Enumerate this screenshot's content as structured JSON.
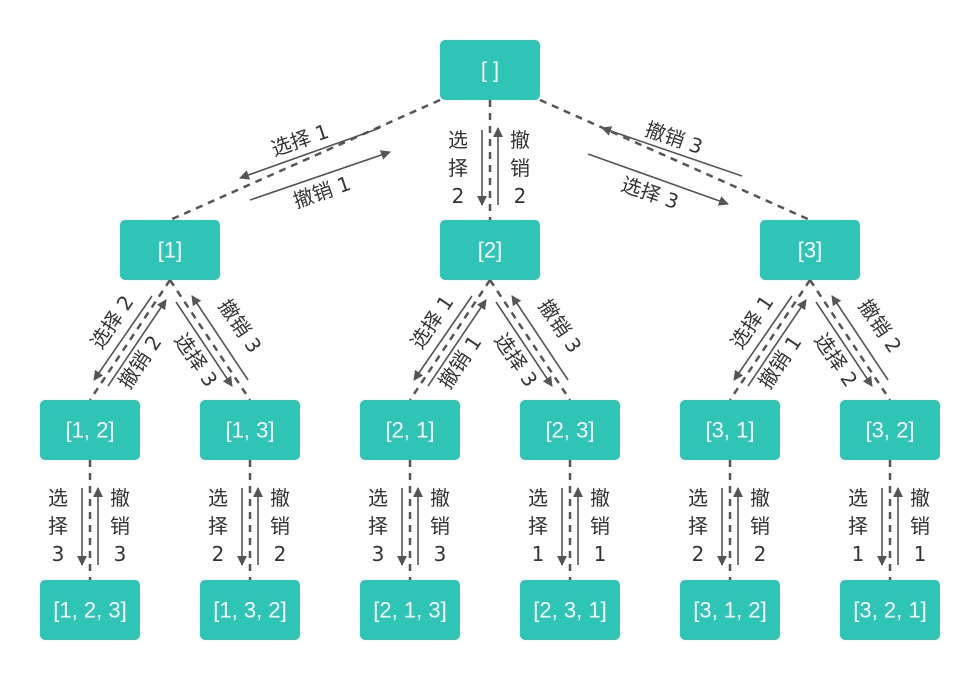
{
  "nodes": {
    "root": "[ ]",
    "n1": "[1]",
    "n2": "[2]",
    "n3": "[3]",
    "n12": "[1, 2]",
    "n13": "[1, 3]",
    "n21": "[2, 1]",
    "n23": "[2, 3]",
    "n31": "[3, 1]",
    "n32": "[3, 2]",
    "n123": "[1, 2, 3]",
    "n132": "[1, 3, 2]",
    "n213": "[2, 1, 3]",
    "n231": "[2, 3, 1]",
    "n312": "[3, 1, 2]",
    "n321": "[3, 2, 1]"
  },
  "labels": {
    "r1_choose": "选择 1",
    "r1_undo": "撤销 1",
    "r2_choose": [
      "选",
      "择",
      "2"
    ],
    "r2_undo": [
      "撤",
      "销",
      "2"
    ],
    "r3_choose": "选择 3",
    "r3_undo": "撤销 3",
    "a12_choose": "选择 2",
    "a12_undo": "撤销 2",
    "a13_choose": "选择 3",
    "a13_undo": "撤销 3",
    "b21_choose": "选择 1",
    "b21_undo": "撤销 1",
    "b23_choose": "选择 3",
    "b23_undo": "撤销 3",
    "c31_choose": "选择 1",
    "c31_undo": "撤销 1",
    "c32_choose": "选择 2",
    "c32_undo": "撤销 2",
    "l123_choose": [
      "选",
      "择",
      "3"
    ],
    "l123_undo": [
      "撤",
      "销",
      "3"
    ],
    "l132_choose": [
      "选",
      "择",
      "2"
    ],
    "l132_undo": [
      "撤",
      "销",
      "2"
    ],
    "l213_choose": [
      "选",
      "择",
      "3"
    ],
    "l213_undo": [
      "撤",
      "销",
      "3"
    ],
    "l231_choose": [
      "选",
      "择",
      "1"
    ],
    "l231_undo": [
      "撤",
      "销",
      "1"
    ],
    "l312_choose": [
      "选",
      "择",
      "2"
    ],
    "l312_undo": [
      "撤",
      "销",
      "2"
    ],
    "l321_choose": [
      "选",
      "择",
      "1"
    ],
    "l321_undo": [
      "撤",
      "销",
      "1"
    ]
  },
  "colors": {
    "node": "#2ec4b6",
    "edge": "#555555",
    "text": "#333333"
  }
}
